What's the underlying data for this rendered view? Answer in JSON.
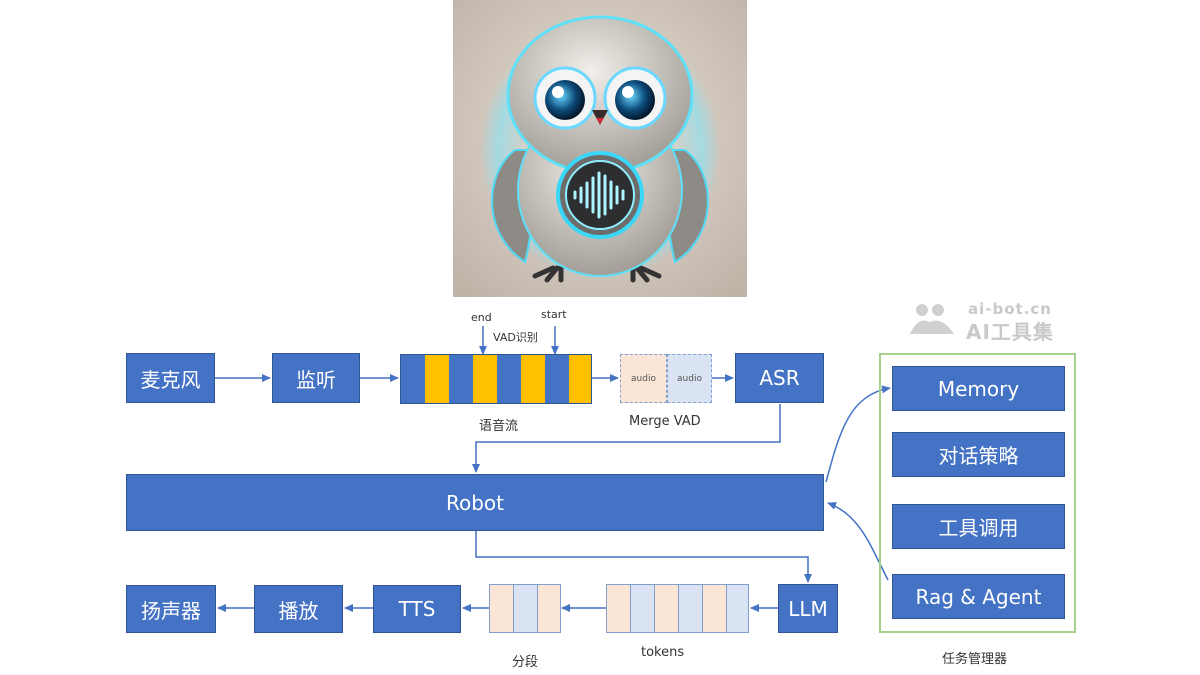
{
  "watermark": {
    "top": "ai-bot.cn",
    "bottom": "AI工具集"
  },
  "top_labels": {
    "end": "end",
    "start": "start",
    "vad": "VAD识别"
  },
  "boxes": {
    "mic": "麦克风",
    "listen": "监听",
    "asr": "ASR",
    "robot": "Robot",
    "llm": "LLM",
    "tts": "TTS",
    "play": "播放",
    "speaker": "扬声器"
  },
  "audio_chunks": [
    "audio",
    "audio"
  ],
  "captions": {
    "stream": "语音流",
    "merge": "Merge VAD",
    "segment": "分段",
    "tokens": "tokens",
    "task_manager": "任务管理器"
  },
  "task_items": [
    "Memory",
    "对话策略",
    "工具调用",
    "Rag & Agent"
  ],
  "colors": {
    "box": "#4472c4",
    "highlight": "#ffc000",
    "token_a": "#fbe5d6",
    "token_b": "#dae3f3",
    "frame": "#a9d18e"
  }
}
